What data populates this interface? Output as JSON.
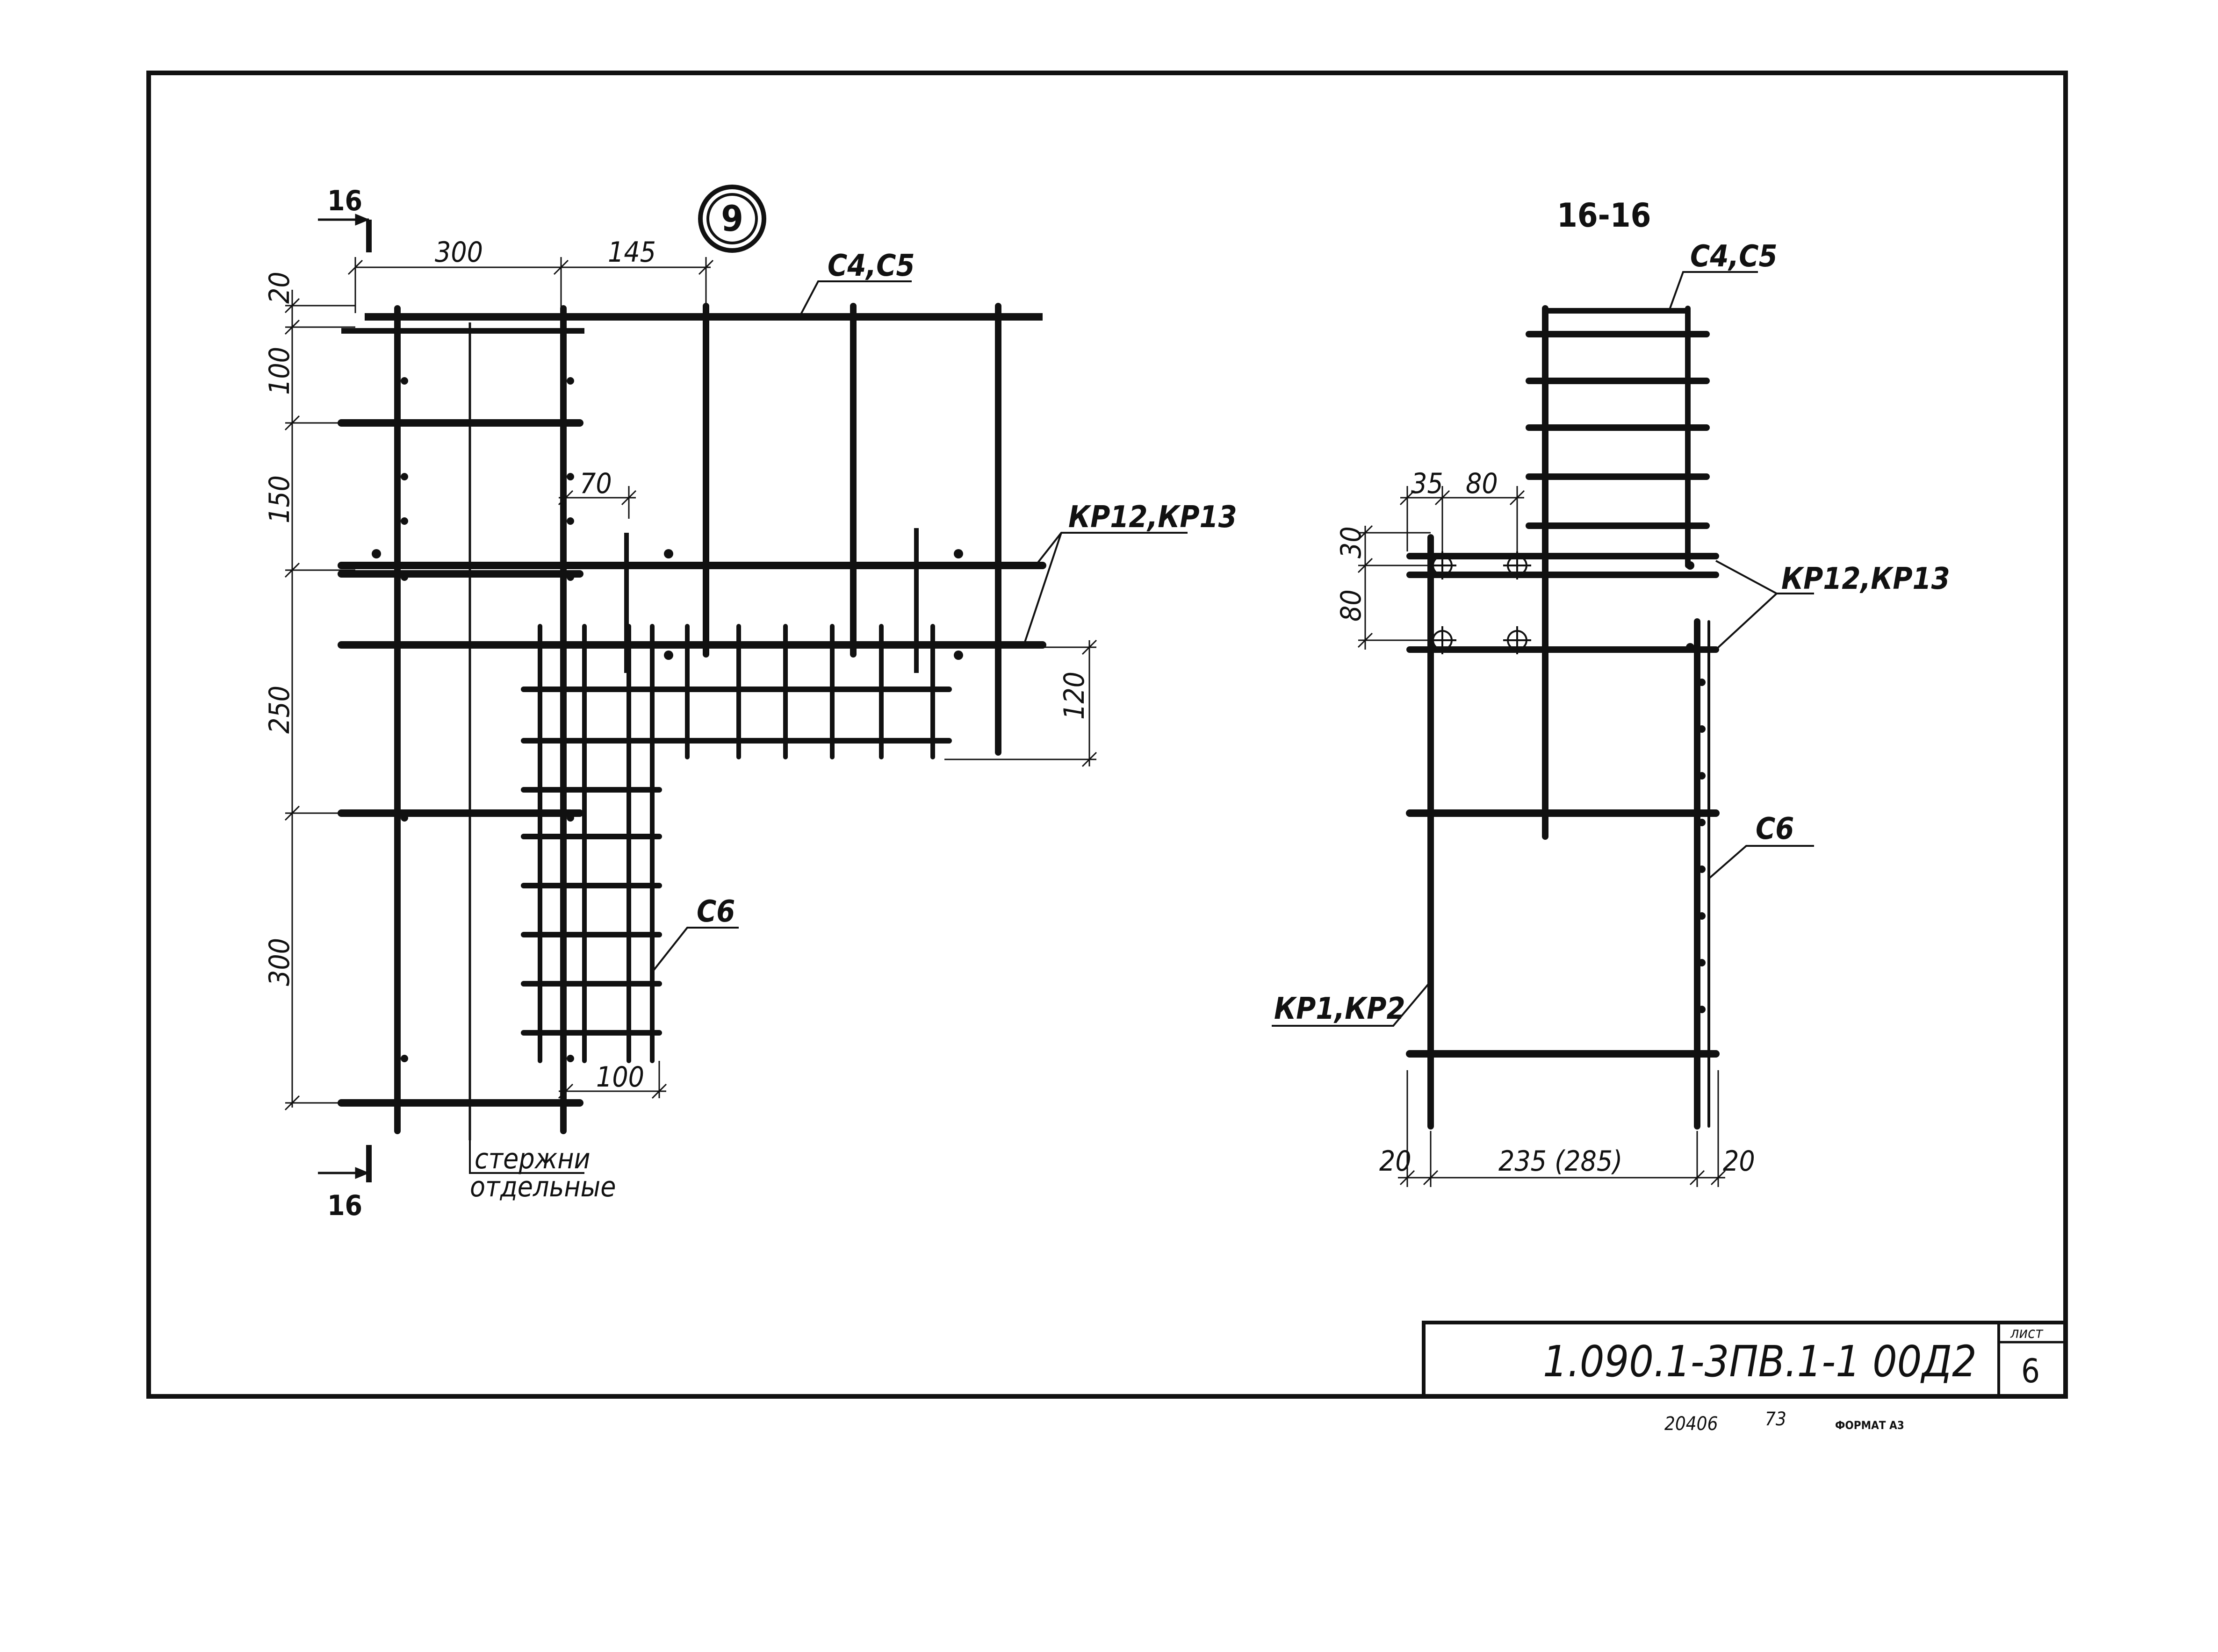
{
  "plan": {
    "node_number": "9",
    "section_marker": "16",
    "dims_top": [
      "300",
      "145"
    ],
    "dims_left": [
      "20",
      "100",
      "150",
      "250",
      "300"
    ],
    "dim_70": "70",
    "dim_120": "120",
    "dim_100": "100",
    "labels": {
      "c4c5": "С4,С5",
      "kp12": "КР12,КР13",
      "c6": "С6",
      "rods_line1": "стержни",
      "rods_line2": "отдельные"
    }
  },
  "section": {
    "title": "16-16",
    "labels": {
      "c4c5": "С4,С5",
      "kp12": "КР12,КР13",
      "c6": "С6",
      "kp1": "КР1,КР2"
    },
    "dims_top": [
      "35",
      "80"
    ],
    "dims_left": [
      "30",
      "80"
    ],
    "dims_bottom": [
      "20",
      "235 (285)",
      "20"
    ]
  },
  "title_block": {
    "code": "1.090.1-3ПВ.1-1   00Д2",
    "sheet_label": "лист",
    "sheet_number": "6"
  },
  "footer": {
    "inv": "20406",
    "num": "73",
    "format": "ФОРМАТ А3"
  }
}
